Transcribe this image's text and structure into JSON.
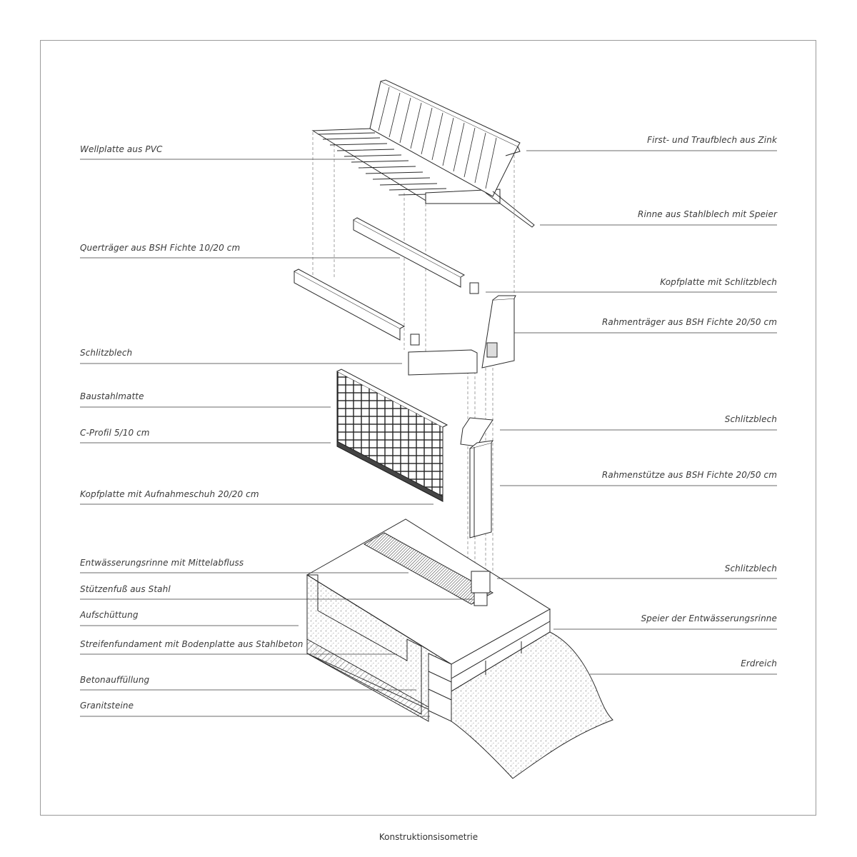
{
  "caption": "Konstruktionsisometrie",
  "labels_left": [
    "Wellplatte aus PVC",
    "Querträger aus BSH Fichte 10/20 cm",
    "Schlitzblech",
    "Baustahlmatte",
    "C-Profil 5/10 cm",
    "Kopfplatte mit Aufnahmeschuh 20/20 cm",
    "Entwässerungsrinne mit Mittelabfluss",
    "Stützenfuß aus Stahl",
    "Aufschüttung",
    "Streifenfundament mit Bodenplatte aus Stahlbeton",
    "Betonauffüllung",
    "Granitsteine"
  ],
  "labels_right": [
    "First- und Traufblech aus Zink",
    "Rinne aus Stahlblech mit Speier",
    "Kopfplatte mit Schlitzblech",
    "Rahmenträger aus BSH Fichte 20/50 cm",
    "Schlitzblech",
    "Rahmenstütze aus BSH Fichte 20/50 cm",
    "Schlitzblech",
    "Speier der Entwässerungsrinne",
    "Erdreich"
  ],
  "colors": {
    "line": "#2a2a2a",
    "leader": "#3a3a3a",
    "frame": "#9a9a9a",
    "dash": "#8a8a8a"
  }
}
